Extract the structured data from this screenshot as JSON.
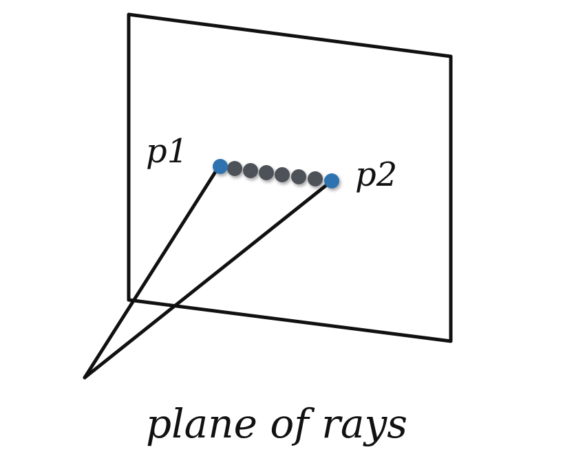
{
  "diagram": {
    "point1_label": "p1",
    "point2_label": "p2",
    "caption": "plane of rays",
    "colors": {
      "stroke": "#111111",
      "endpoint": "#2f73b0",
      "sample_point": "#4d5158",
      "background": "#ffffff"
    }
  }
}
